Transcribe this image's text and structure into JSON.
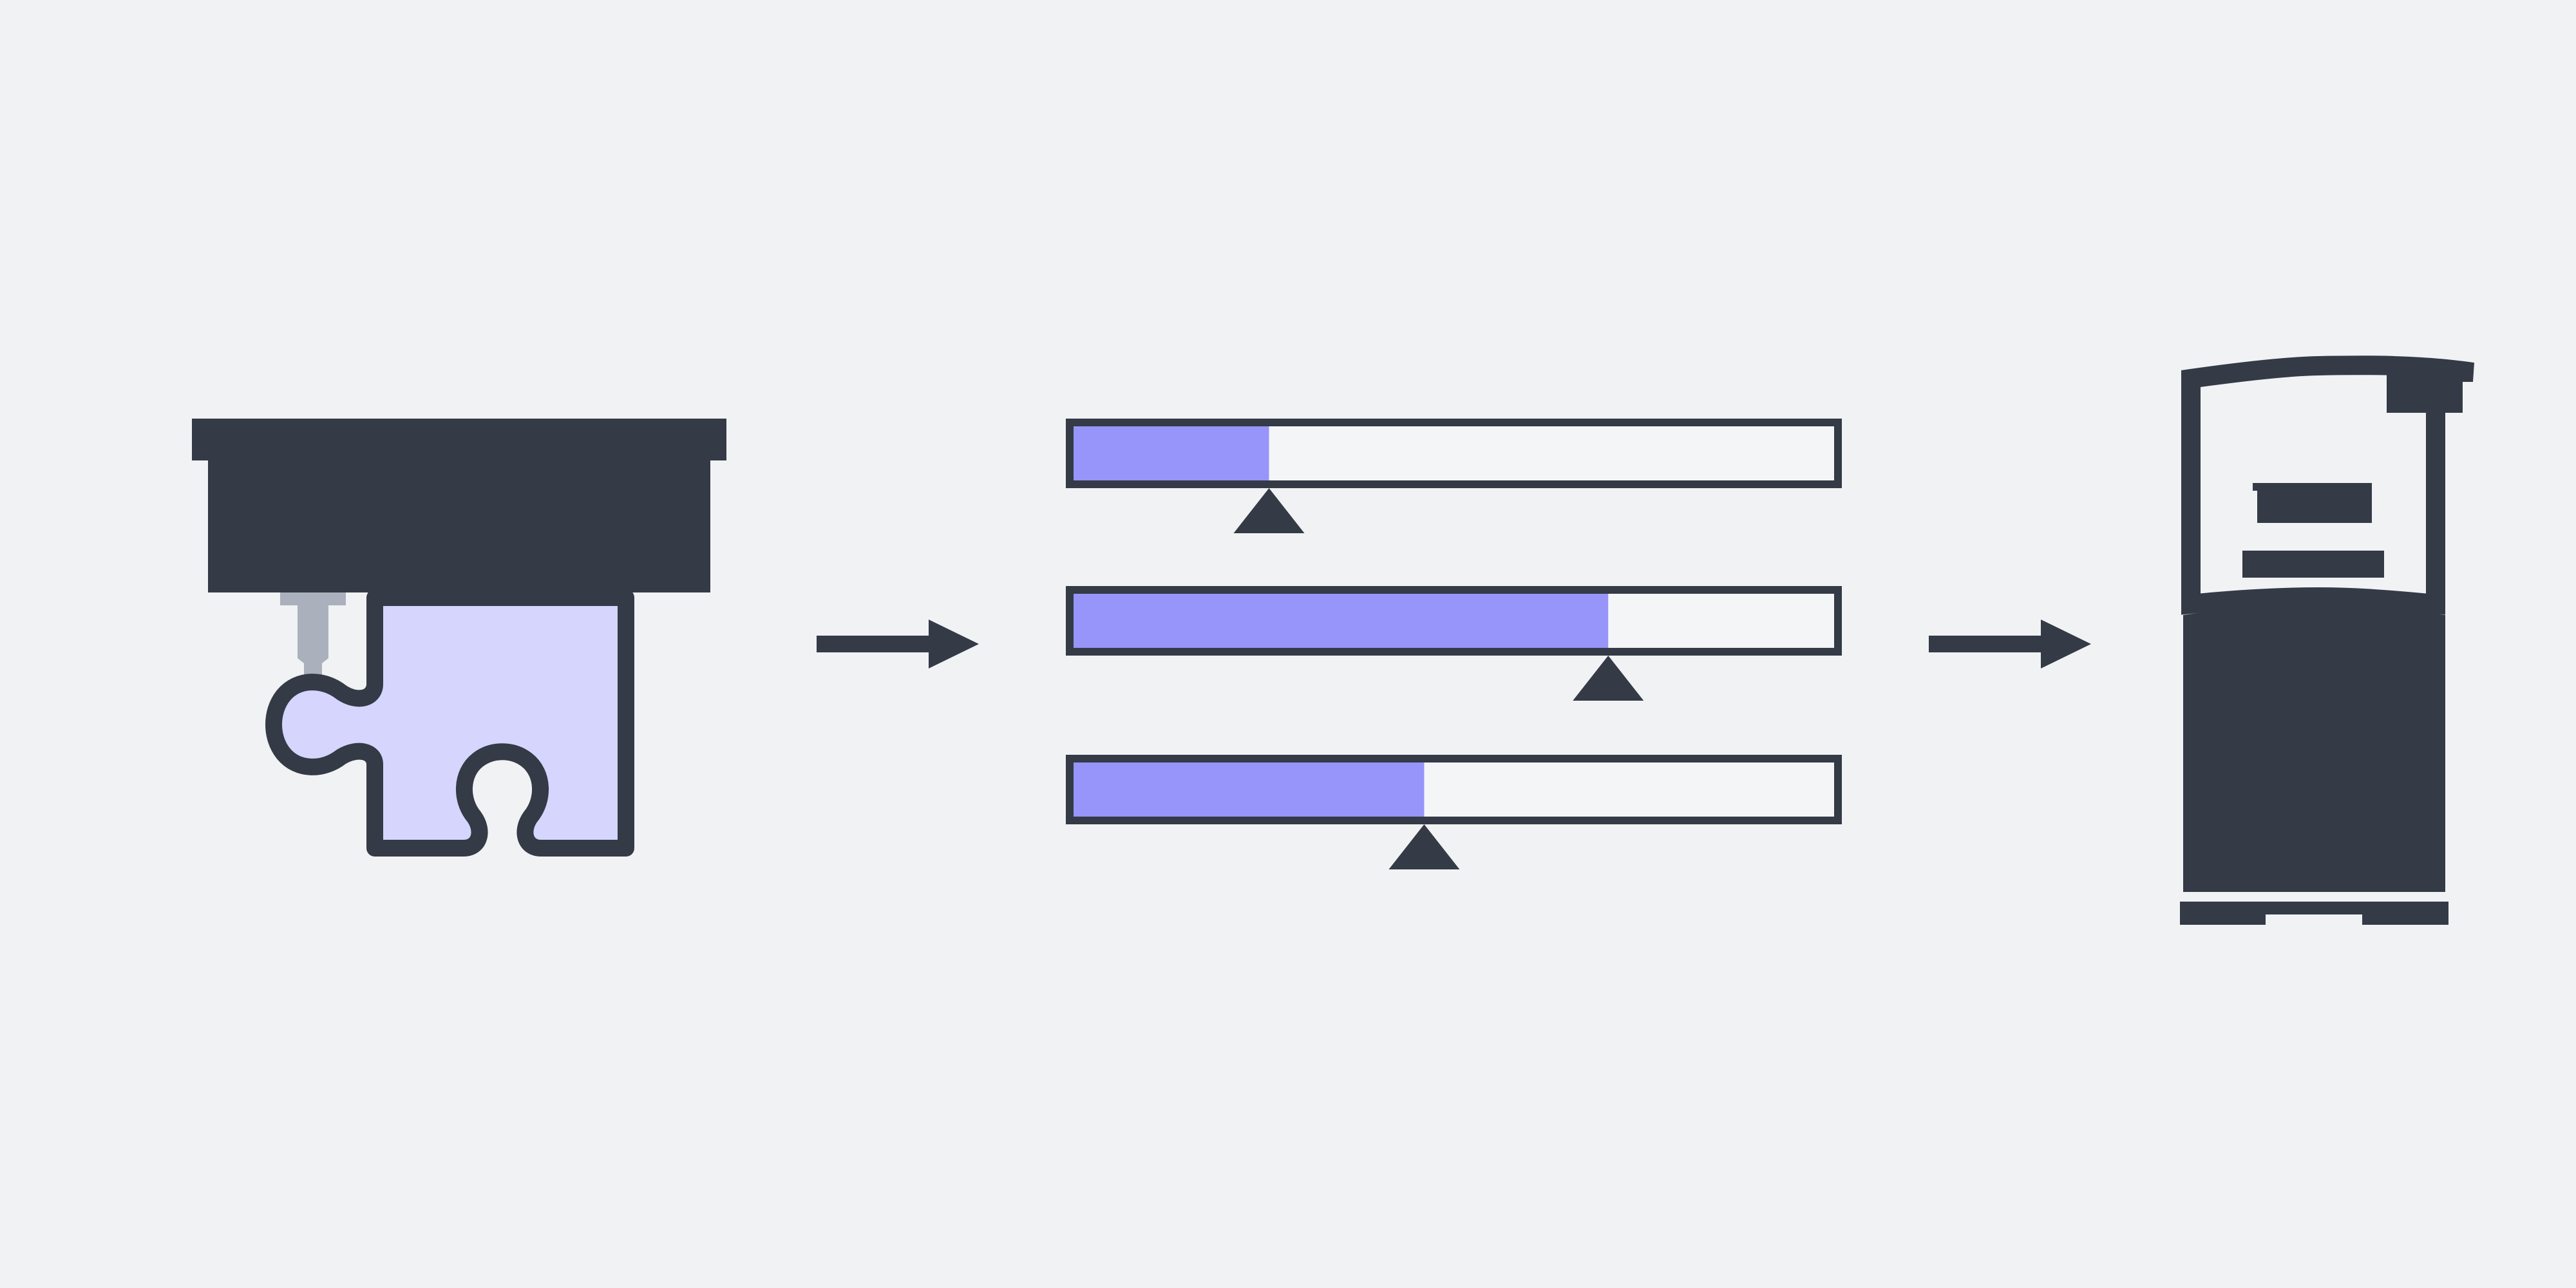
{
  "colors": {
    "background": "#f1f2f4",
    "ink": "#343a46",
    "accent": "#9795f9",
    "piece_fill": "#d6d5fd",
    "track_fill": "#f4f5f7",
    "nozzle": "#aab0bc"
  },
  "stages": [
    {
      "name": "nozzle-with-puzzle-piece",
      "icons": [
        "print-head-icon",
        "nozzle-icon",
        "puzzle-piece-icon"
      ]
    },
    {
      "name": "level-sliders",
      "icons": [
        "slider-track-icon",
        "slider-pointer-icon"
      ]
    },
    {
      "name": "assembled-device",
      "icons": [
        "device-icon"
      ]
    }
  ],
  "sliders": [
    {
      "fill": 0.257
    },
    {
      "fill": 0.703
    },
    {
      "fill": 0.461
    }
  ],
  "flow": [
    "stage-1-to-stage-2",
    "stage-2-to-stage-3"
  ]
}
